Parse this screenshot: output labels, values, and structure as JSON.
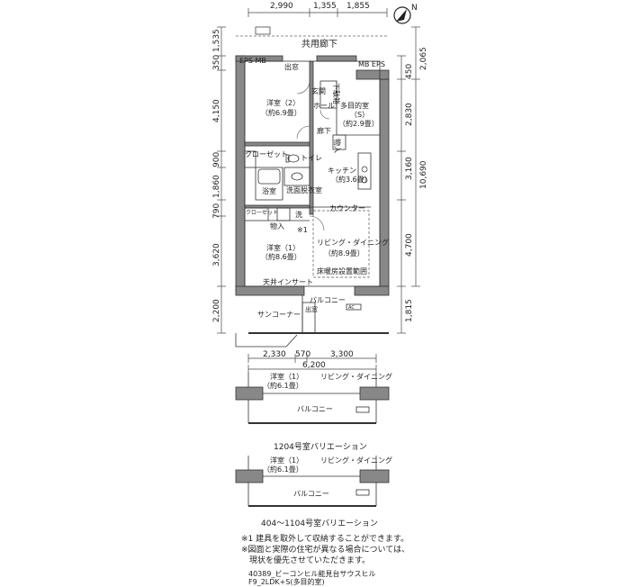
{
  "top_dims": [
    "2,990",
    "1,355",
    "1,855"
  ],
  "left_dims": [
    "1,535",
    "350",
    "4,150",
    "900",
    "1,860",
    "790",
    "3,620",
    "2,200"
  ],
  "right_inner_dims": [
    "450",
    "2,830",
    "3,160",
    "4,700",
    "1,815"
  ],
  "right_outer_dims": [
    "2,065",
    "10,690"
  ],
  "bottom_dims": [
    "2,330",
    "570",
    "3,300",
    "6,200"
  ],
  "rooms": {
    "corridor": "共用廊下",
    "eps_mb_left": "EPS MB",
    "mb_eps_right": "MB EPS",
    "demado_top": "出窓",
    "bedroom2": "洋室（2）",
    "bedroom2_size": "（約6.9畳）",
    "genkan": "玄関",
    "shoebox": "下駄箱",
    "hall": "ホール",
    "multi": "多目的室",
    "multi_s": "（S）",
    "multi_size": "（約2.9畳）",
    "rouka": "廊下",
    "storage1": "物入",
    "closet": "クローゼット",
    "toilet": "トイレ",
    "kitchen": "キッチン",
    "kitchen_size": "（約3.6畳）",
    "bath": "浴室",
    "washroom": "洗面脱衣室",
    "closet2": "クローゼット",
    "wash": "洗",
    "counter": "カウンター",
    "storage2": "物入",
    "note_mark": "※1",
    "bedroom1": "洋室（1）",
    "bedroom1_size": "（約8.6畳）",
    "living": "リビング・ダイニング",
    "living_size": "（約8.9畳）",
    "floor_heating": "床暖房設置範囲",
    "ceiling_insert": "天井インサート",
    "balcony": "バルコニー",
    "sun_corner": "サンコーナー",
    "demado_bottom": "出窓",
    "ac": "AC"
  },
  "variation1": {
    "bedroom": "洋室（1）",
    "bedroom_size": "（約6.1畳）",
    "living": "リビング・ダイニング",
    "balcony": "バルコニー",
    "caption": "1204号室バリエーション"
  },
  "variation2": {
    "bedroom": "洋室（1）",
    "bedroom_size": "（約6.1畳）",
    "living": "リビング・ダイニング",
    "balcony": "バルコニー",
    "caption": "404～1104号室バリエーション"
  },
  "notes": [
    "※1 建具を取外して収納することができます。",
    "※図面と実際の住宅が異なる場合については、",
    "　現状を優先させていただきます。"
  ],
  "footer": {
    "property": "40389_ビーコンヒル能見台サウスヒル",
    "layout": "F9_2LDK+S(多目的室)"
  },
  "compass_label": "N"
}
